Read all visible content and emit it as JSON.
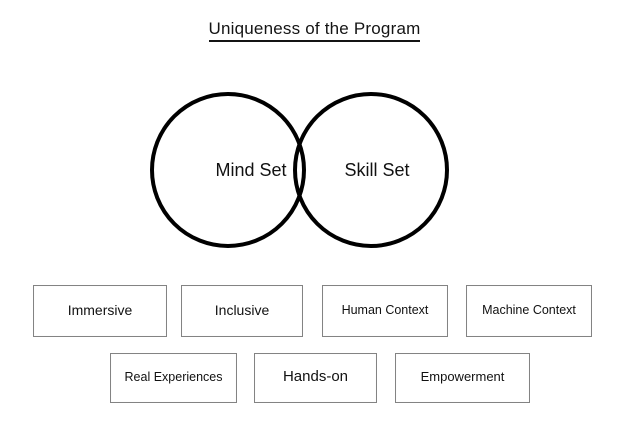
{
  "slide": {
    "title": "Uniqueness of the Program",
    "background_color": "#ffffff",
    "text_color": "#111111"
  },
  "venn": {
    "stroke_color": "#000000",
    "fill_color": "#ffffff",
    "left_circle_label": "Mind Set",
    "right_circle_label": "Skill Set"
  },
  "attributes": {
    "border_color": "#838383",
    "row1": [
      {
        "label": "Immersive"
      },
      {
        "label": "Inclusive"
      },
      {
        "label": "Human Context"
      },
      {
        "label": "Machine Context"
      }
    ],
    "row2": [
      {
        "label": "Real Experiences"
      },
      {
        "label": "Hands-on"
      },
      {
        "label": "Empowerment"
      }
    ]
  }
}
